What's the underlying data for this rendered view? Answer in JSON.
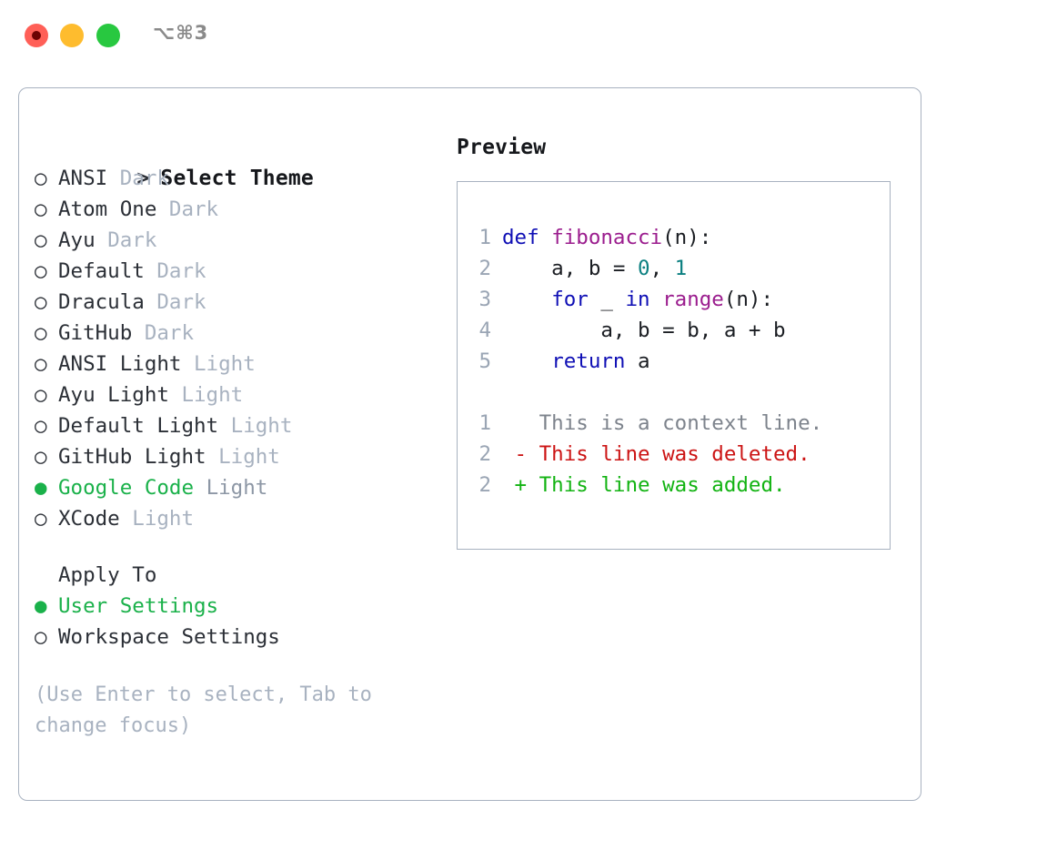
{
  "window": {
    "shortcut_label": "⌥⌘3",
    "traffic_lights": [
      "close-red",
      "minimize-yellow",
      "maximize-green"
    ]
  },
  "colors": {
    "accent_green": "#1ab14a",
    "muted": "#a8b2c0",
    "text": "#2b2f36",
    "border": "#a8b2c0",
    "keyword": "#0f0fb5",
    "function": "#9b1d8e",
    "number": "#0c8081",
    "diff_add": "#12b312",
    "diff_del": "#cc1414",
    "diff_ctx": "#7d838c",
    "lineno": "#9aa5b4"
  },
  "theme_picker": {
    "header_marker": ">",
    "header_label": "Select Theme",
    "marker_selected": "●",
    "marker_unselected": "○",
    "items": [
      {
        "name": "ANSI",
        "category": "Dark",
        "selected": false
      },
      {
        "name": "Atom One",
        "category": "Dark",
        "selected": false
      },
      {
        "name": "Ayu",
        "category": "Dark",
        "selected": false
      },
      {
        "name": "Default",
        "category": "Dark",
        "selected": false
      },
      {
        "name": "Dracula",
        "category": "Dark",
        "selected": false
      },
      {
        "name": "GitHub",
        "category": "Dark",
        "selected": false
      },
      {
        "name": "ANSI Light",
        "category": "Light",
        "selected": false
      },
      {
        "name": "Ayu Light",
        "category": "Light",
        "selected": false
      },
      {
        "name": "Default Light",
        "category": "Light",
        "selected": false
      },
      {
        "name": "GitHub Light",
        "category": "Light",
        "selected": false
      },
      {
        "name": "Google Code",
        "category": "Light",
        "selected": true
      },
      {
        "name": "XCode",
        "category": "Light",
        "selected": false
      }
    ]
  },
  "apply_to": {
    "header_label": "Apply To",
    "items": [
      {
        "name": "User Settings",
        "selected": true
      },
      {
        "name": "Workspace Settings",
        "selected": false
      }
    ]
  },
  "help": {
    "text": "(Use Enter to select, Tab to change focus)"
  },
  "preview": {
    "title": "Preview",
    "code_lines": [
      {
        "lineno": "1",
        "tokens": [
          {
            "t": "def",
            "c": "kw"
          },
          {
            "t": " ",
            "c": "plain"
          },
          {
            "t": "fibonacci",
            "c": "fn"
          },
          {
            "t": "(n):",
            "c": "punct"
          }
        ]
      },
      {
        "lineno": "2",
        "tokens": [
          {
            "t": "    a, b = ",
            "c": "plain"
          },
          {
            "t": "0",
            "c": "num"
          },
          {
            "t": ", ",
            "c": "plain"
          },
          {
            "t": "1",
            "c": "num"
          }
        ]
      },
      {
        "lineno": "3",
        "tokens": [
          {
            "t": "    ",
            "c": "plain"
          },
          {
            "t": "for",
            "c": "kw"
          },
          {
            "t": " _ ",
            "c": "plain"
          },
          {
            "t": "in",
            "c": "kw"
          },
          {
            "t": " ",
            "c": "plain"
          },
          {
            "t": "range",
            "c": "fn"
          },
          {
            "t": "(n):",
            "c": "punct"
          }
        ]
      },
      {
        "lineno": "4",
        "tokens": [
          {
            "t": "        a, b = b, a + b",
            "c": "plain"
          }
        ]
      },
      {
        "lineno": "5",
        "tokens": [
          {
            "t": "    ",
            "c": "plain"
          },
          {
            "t": "return",
            "c": "kw"
          },
          {
            "t": " a",
            "c": "plain"
          }
        ]
      }
    ],
    "diff_lines": [
      {
        "lineno": "1",
        "sign": " ",
        "text": "This is a context line.",
        "kind": "ctx"
      },
      {
        "lineno": "2",
        "sign": "-",
        "text": "This line was deleted.",
        "kind": "del"
      },
      {
        "lineno": "2",
        "sign": "+",
        "text": "This line was added.",
        "kind": "add"
      }
    ]
  }
}
